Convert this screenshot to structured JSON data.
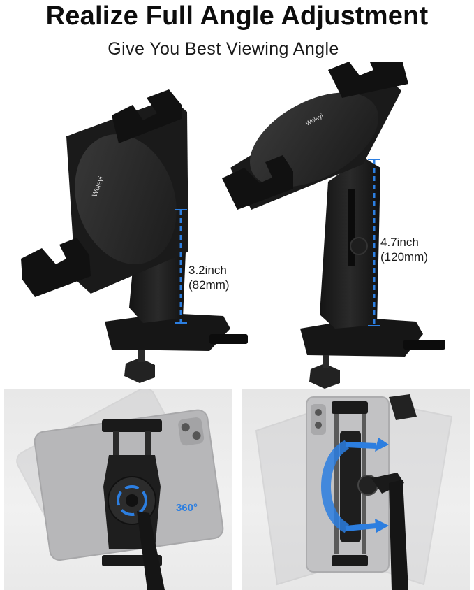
{
  "header": {
    "title": "Realize Full Angle Adjustment",
    "subtitle": "Give You Best Viewing Angle"
  },
  "measurements": {
    "short": {
      "line1": "3.2inch",
      "line2": "(82mm)"
    },
    "tall": {
      "line1": "4.7inch",
      "line2": "(120mm)"
    }
  },
  "rotation": {
    "label": "360°"
  },
  "brand": {
    "logo_text": "Woleyi"
  },
  "colors": {
    "accent": "#2c7ee0",
    "product": "#1c1c1c",
    "tablet": "#b7b7b9"
  }
}
